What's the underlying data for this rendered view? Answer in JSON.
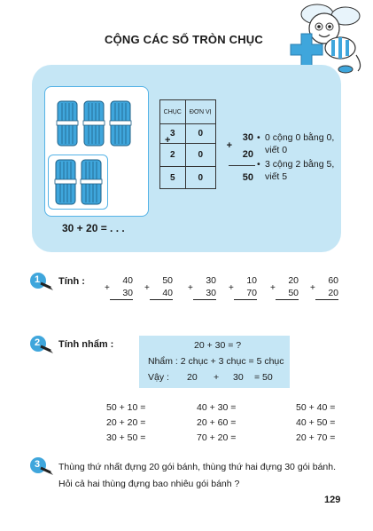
{
  "title": "CỘNG CÁC SỐ TRÒN CHỤC",
  "lesson": {
    "expression": "30 + 20 = . . .",
    "table": {
      "header_tens": "CHỤC",
      "header_units": "ĐƠN VỊ",
      "row1": [
        "3",
        "0"
      ],
      "row2": [
        "2",
        "0"
      ],
      "sum": [
        "5",
        "0"
      ],
      "sign": "+"
    },
    "vertical": {
      "top": "30",
      "sign": "+",
      "bottom": "20",
      "result": "50"
    },
    "notes": [
      "0 cộng 0 bằng 0, viết 0",
      "3 cộng 2 bằng 5, viết 5"
    ]
  },
  "ex1": {
    "number": "1",
    "label": "Tính :",
    "items": [
      {
        "top": "40",
        "bottom": "30"
      },
      {
        "top": "50",
        "bottom": "40"
      },
      {
        "top": "30",
        "bottom": "30"
      },
      {
        "top": "10",
        "bottom": "70"
      },
      {
        "top": "20",
        "bottom": "50"
      },
      {
        "top": "60",
        "bottom": "20"
      }
    ]
  },
  "ex2": {
    "number": "2",
    "label": "Tính nhẩm :",
    "example": {
      "line1": "20 + 30 = ?",
      "line2": "Nhẩm : 2 chục + 3 chục = 5 chục",
      "line3_label": "Vậy :",
      "line3_a": "20",
      "line3_op": "+",
      "line3_b": "30",
      "line3_res": "= 50"
    },
    "col1": [
      "50 + 10 =",
      "20 + 20 =",
      "30 + 50 ="
    ],
    "col2": [
      "40 + 30 =",
      "20 + 60 =",
      "70 + 20 ="
    ],
    "col3": [
      "50 + 40 =",
      "40 + 50 =",
      "20 + 70 ="
    ]
  },
  "ex3": {
    "number": "3",
    "line1": "Thùng thứ nhất đựng 20 gói bánh, thùng thứ hai đựng 30 gói bánh.",
    "line2": "Hỏi cả hai thùng đựng bao nhiêu gói bánh ?"
  },
  "page_number": "129",
  "colors": {
    "accent": "#c5e6f5",
    "bundle": "#3fa6dc",
    "border": "#55b3e6"
  }
}
